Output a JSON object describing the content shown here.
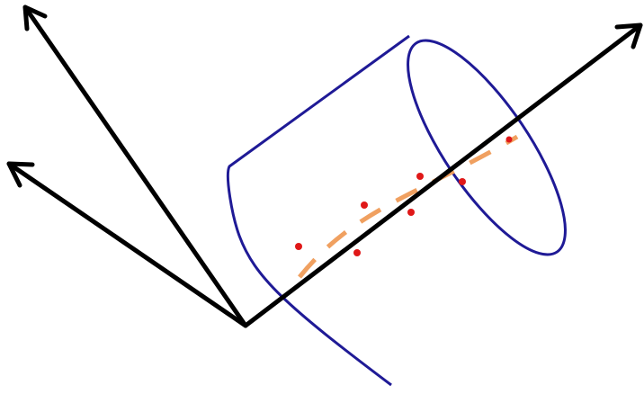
{
  "colors": {
    "background": "#ffffff",
    "axis": "#000000",
    "cylinder": "#1f1a96",
    "fit_curve": "#f0a060",
    "points": "#e01818"
  },
  "elements": {
    "arrows": [
      "axis-arrow-upper-left",
      "axis-arrow-left",
      "axis-arrow-right"
    ],
    "shapes": [
      "cylinder",
      "dashed-fit-curve",
      "data-points"
    ],
    "data_point_count": 7
  }
}
